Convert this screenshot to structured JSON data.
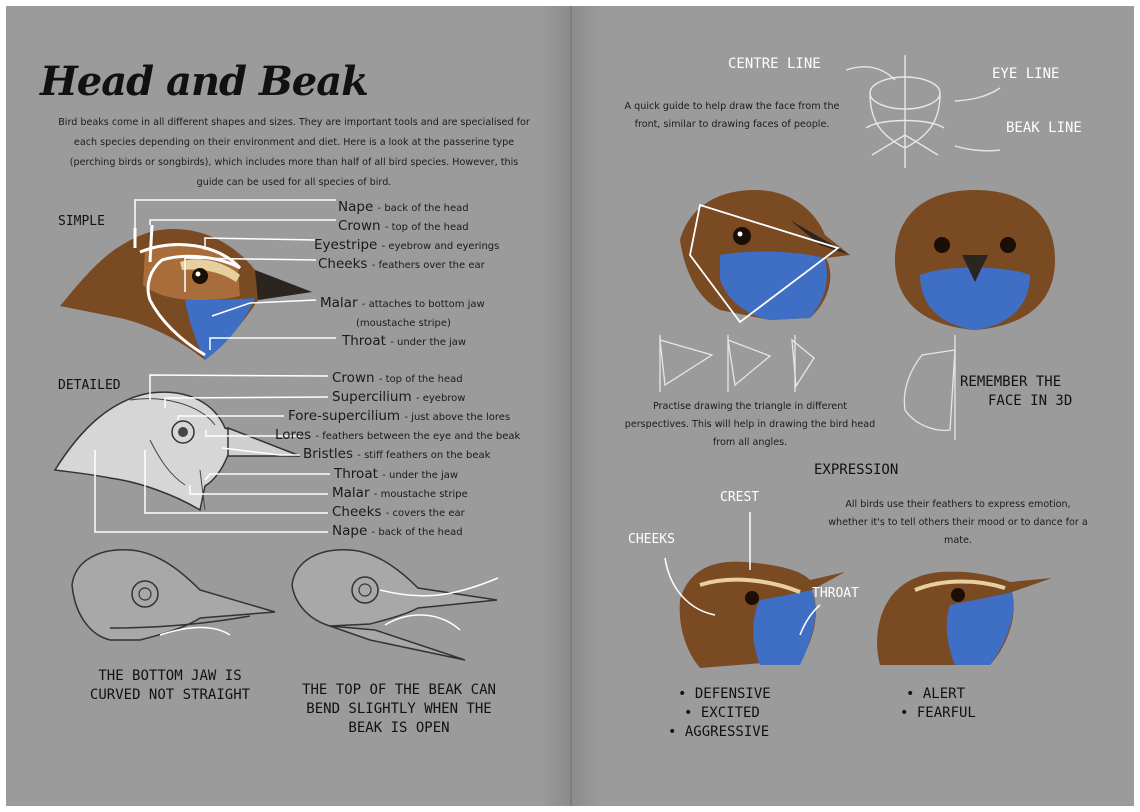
{
  "left_page": {
    "title": "Head and Beak",
    "intro": "Bird beaks come in all different shapes and sizes. They are important tools and are specialised for each species depending on their environment and diet. Here is a look at the passerine type (perching birds or songbirds), which includes more than half of all bird species. However, this guide can be used for all species of bird.",
    "simple": {
      "label": "SIMPLE",
      "parts": [
        {
          "name": "Nape",
          "desc": "- back of the head"
        },
        {
          "name": "Crown",
          "desc": "- top of the head"
        },
        {
          "name": "Eyestripe",
          "desc": "- eyebrow and eyerings"
        },
        {
          "name": "Cheeks",
          "desc": "- feathers over the ear"
        },
        {
          "name": "Malar",
          "desc": "- attaches to bottom jaw"
        },
        {
          "name": "",
          "desc": "(moustache stripe)"
        },
        {
          "name": "Throat",
          "desc": "- under the jaw"
        }
      ]
    },
    "detailed": {
      "label": "DETAILED",
      "parts": [
        {
          "name": "Crown",
          "desc": "- top of the head"
        },
        {
          "name": "Supercilium",
          "desc": "- eyebrow"
        },
        {
          "name": "Fore-supercilium",
          "desc": "- just above the lores"
        },
        {
          "name": "Lores",
          "desc": "- feathers between the eye and the beak"
        },
        {
          "name": "Bristles",
          "desc": "- stiff feathers on the beak"
        },
        {
          "name": "Throat",
          "desc": "- under the jaw"
        },
        {
          "name": "Malar",
          "desc": "- moustache stripe"
        },
        {
          "name": "Cheeks",
          "desc": "- covers the ear"
        },
        {
          "name": "Nape",
          "desc": "- back of the head"
        }
      ]
    },
    "skull_captions": {
      "left": [
        "THE BOTTOM JAW IS",
        "CURVED NOT STRAIGHT"
      ],
      "right": [
        "THE TOP OF THE BEAK CAN",
        "BEND SLIGHTLY WHEN THE",
        "BEAK IS OPEN"
      ]
    }
  },
  "right_page": {
    "guide_labels": {
      "centre": "CENTRE LINE",
      "eye": "EYE LINE",
      "beak": "BEAK LINE"
    },
    "guide_text": "A quick guide to help draw the face from the front, similar to drawing faces of people.",
    "triangle_text": "Practise drawing the triangle in different perspectives. This will help in drawing the bird head from all angles.",
    "remember": [
      "REMEMBER THE",
      "FACE IN 3D"
    ],
    "expression": {
      "heading": "EXPRESSION",
      "text": "All birds use their feathers to express emotion, whether it's to tell others their mood or to dance for a mate.",
      "labels": {
        "crest": "CREST",
        "cheeks": "CHEEKS",
        "throat": "THROAT"
      },
      "left_list": [
        "• DEFENSIVE",
        "• EXCITED",
        "• AGGRESSIVE"
      ],
      "right_list": [
        "• ALERT",
        "• FEARFUL"
      ]
    }
  },
  "colors": {
    "page": "#9b9b9c",
    "brown": "#7a4a22",
    "blue": "#3f6fc4",
    "white_line": "#ffffff"
  }
}
